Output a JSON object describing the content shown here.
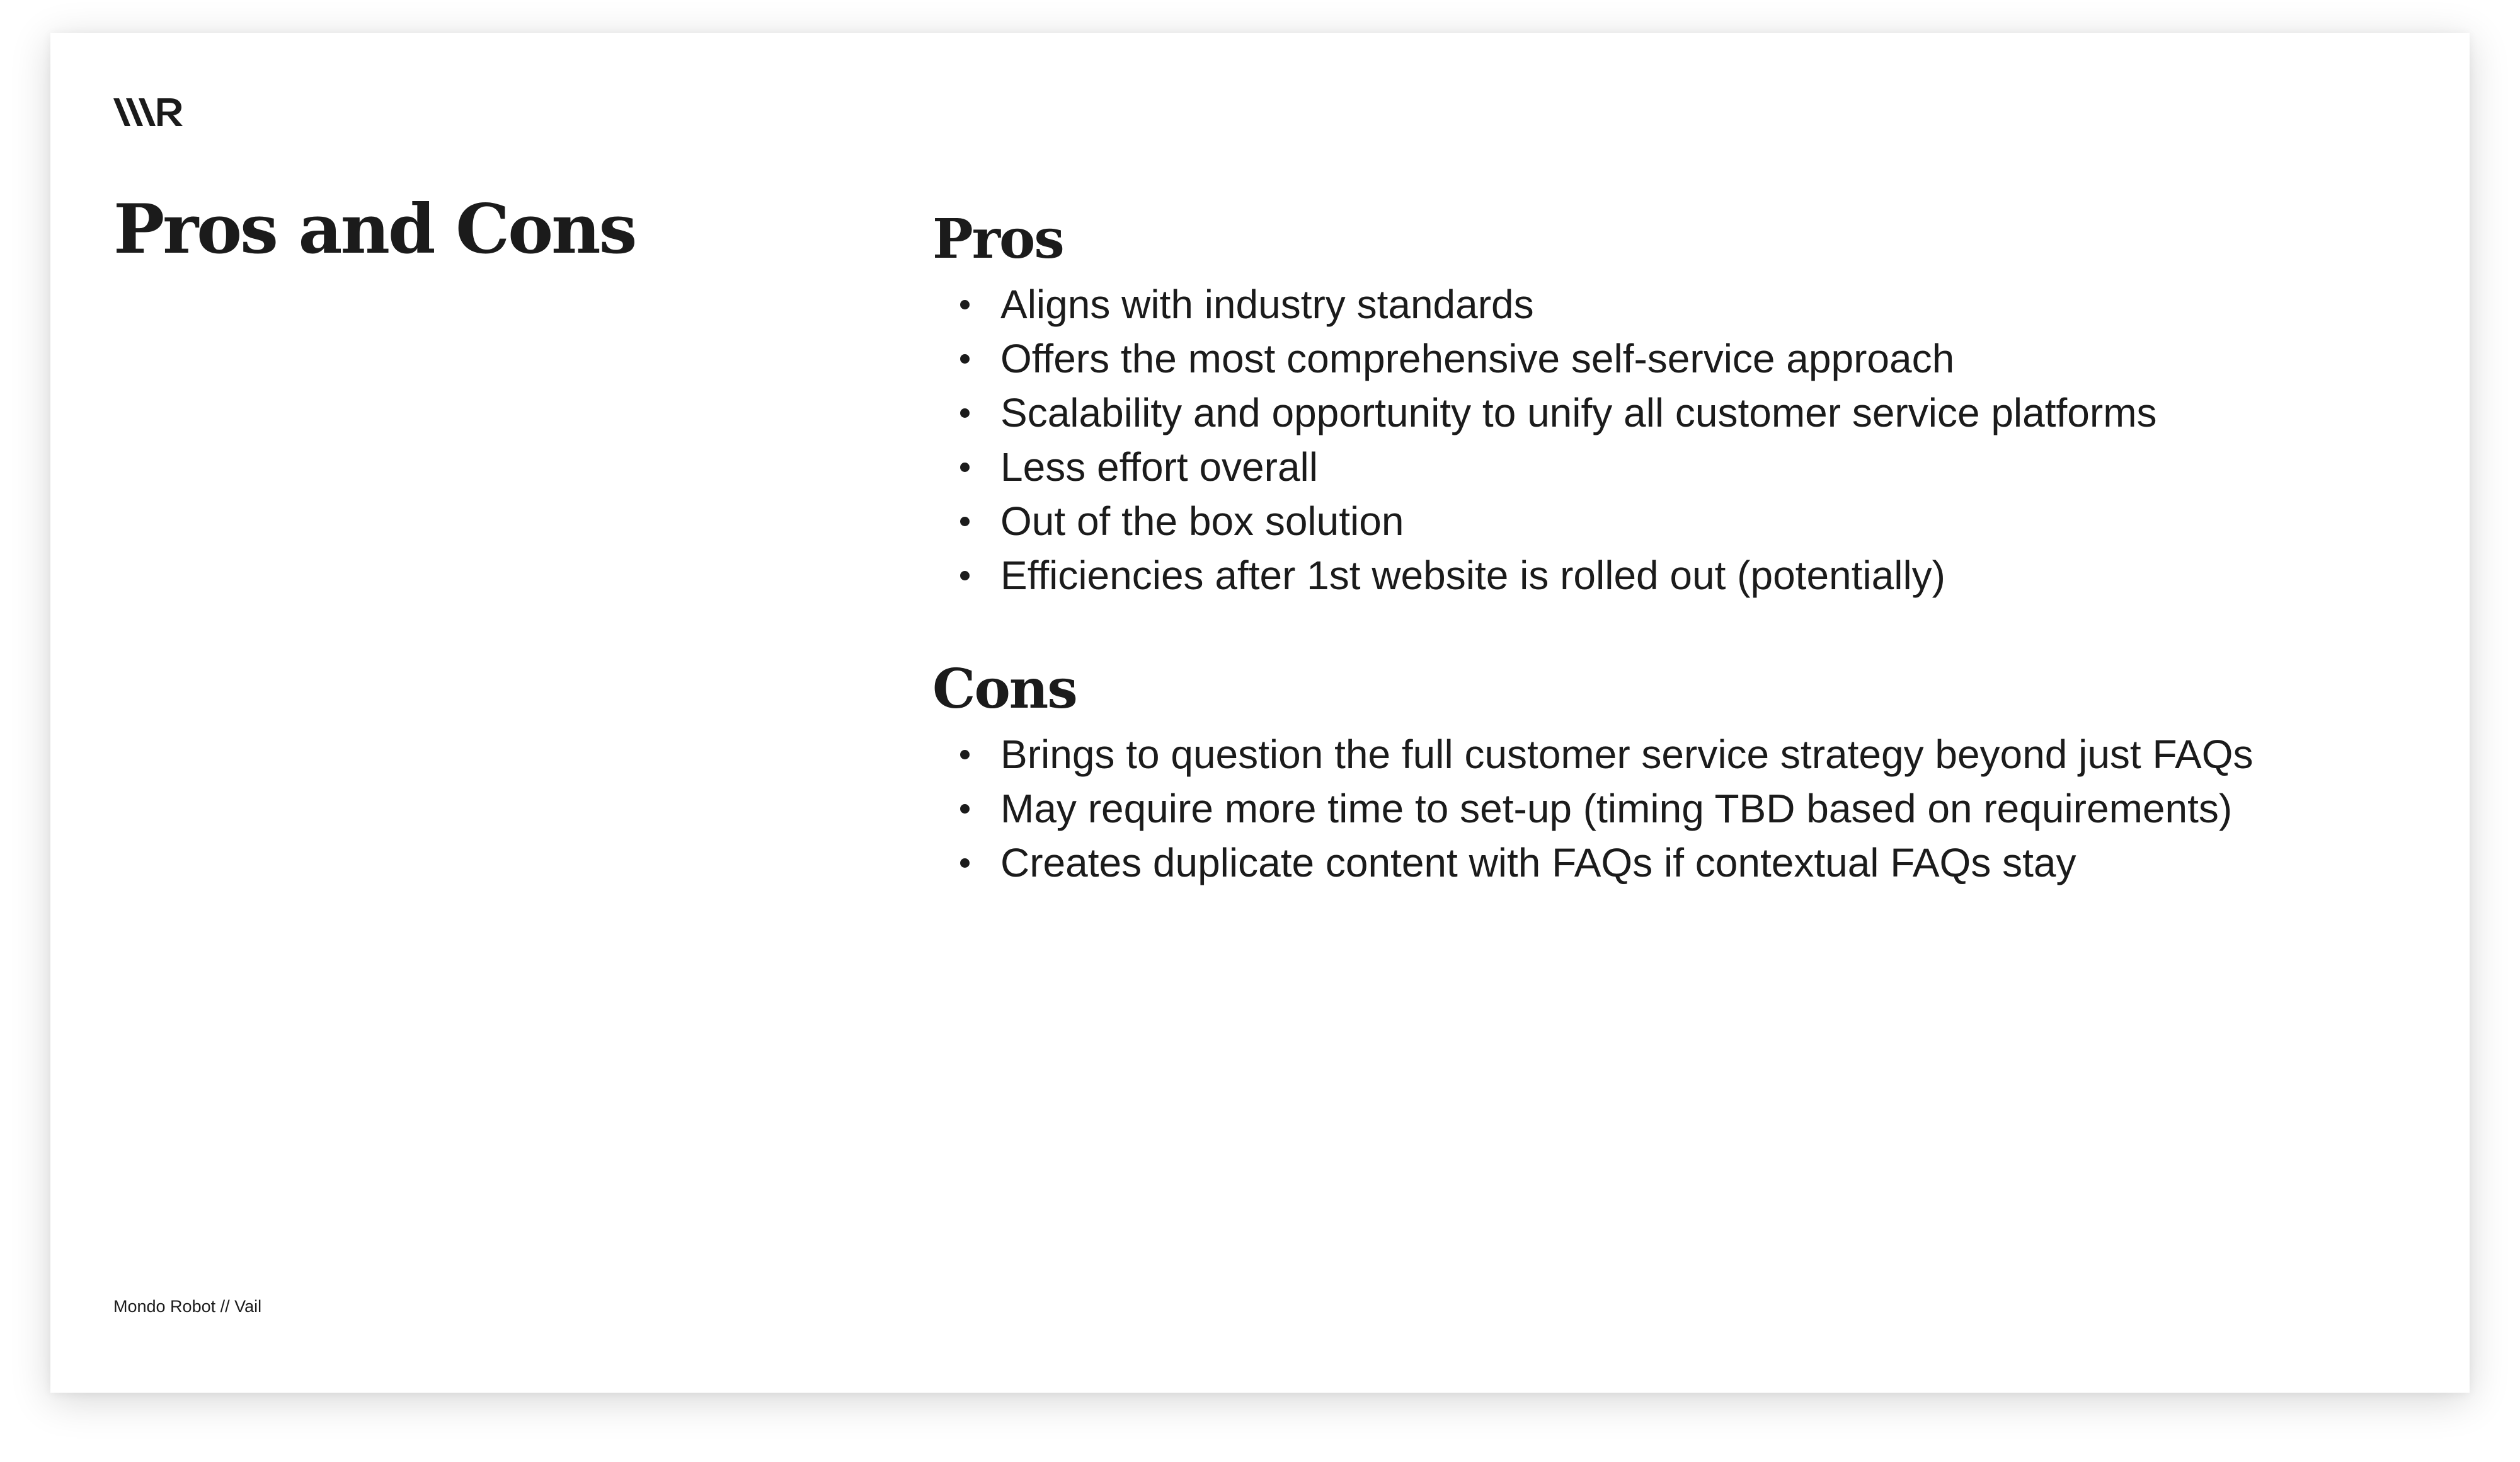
{
  "brand": {
    "logo_icon": "mr-monogram-logo",
    "footer": "Mondo Robot // Vail"
  },
  "slide": {
    "title": "Pros and Cons"
  },
  "pros": {
    "heading": "Pros",
    "items": [
      "Aligns with industry standards",
      "Offers the most comprehensive self-service approach",
      "Scalability and opportunity to unify all customer service platforms",
      "Less effort overall",
      "Out of the box solution",
      "Efficiencies after 1st website is rolled out (potentially)"
    ]
  },
  "cons": {
    "heading": "Cons",
    "items": [
      "Brings to question the full customer service strategy beyond just FAQs",
      "May require more time to set-up (timing TBD based on requirements)",
      "Creates duplicate content with FAQs if contextual FAQs stay"
    ]
  },
  "colors": {
    "text": "#1b1b1b",
    "background": "#ffffff"
  }
}
